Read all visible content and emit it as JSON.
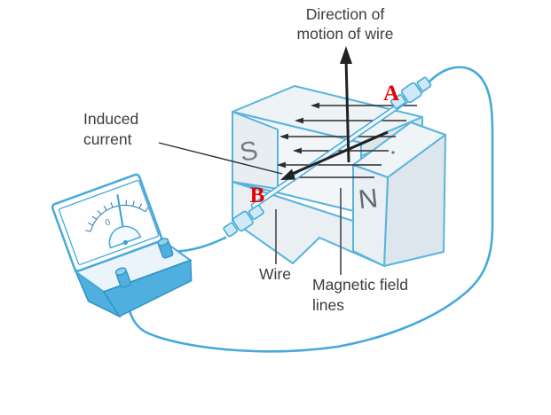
{
  "figure": {
    "type": "physics-electromagnetic-induction-diagram",
    "labels": {
      "direction_of_motion": {
        "line1": "Direction of",
        "line2": "motion of wire"
      },
      "induced_current": {
        "line1": "Induced",
        "line2": "current"
      },
      "wire": "Wire",
      "magnetic_field_lines": {
        "line1": "Magnetic field",
        "line2": "lines"
      }
    },
    "wire_end_labels": {
      "a": "A",
      "b": "B"
    },
    "magnet": {
      "south_pole": "S",
      "north_pole": "N"
    },
    "galvanometer": {
      "scale_zero": "0"
    },
    "colors": {
      "line_art_blue": "#45a9db",
      "solid_blue": "#4fb0df",
      "magnet_fill": "#e9eff3",
      "annotation_black": "#3c3c3c",
      "end_label_red": "#e60000"
    }
  }
}
